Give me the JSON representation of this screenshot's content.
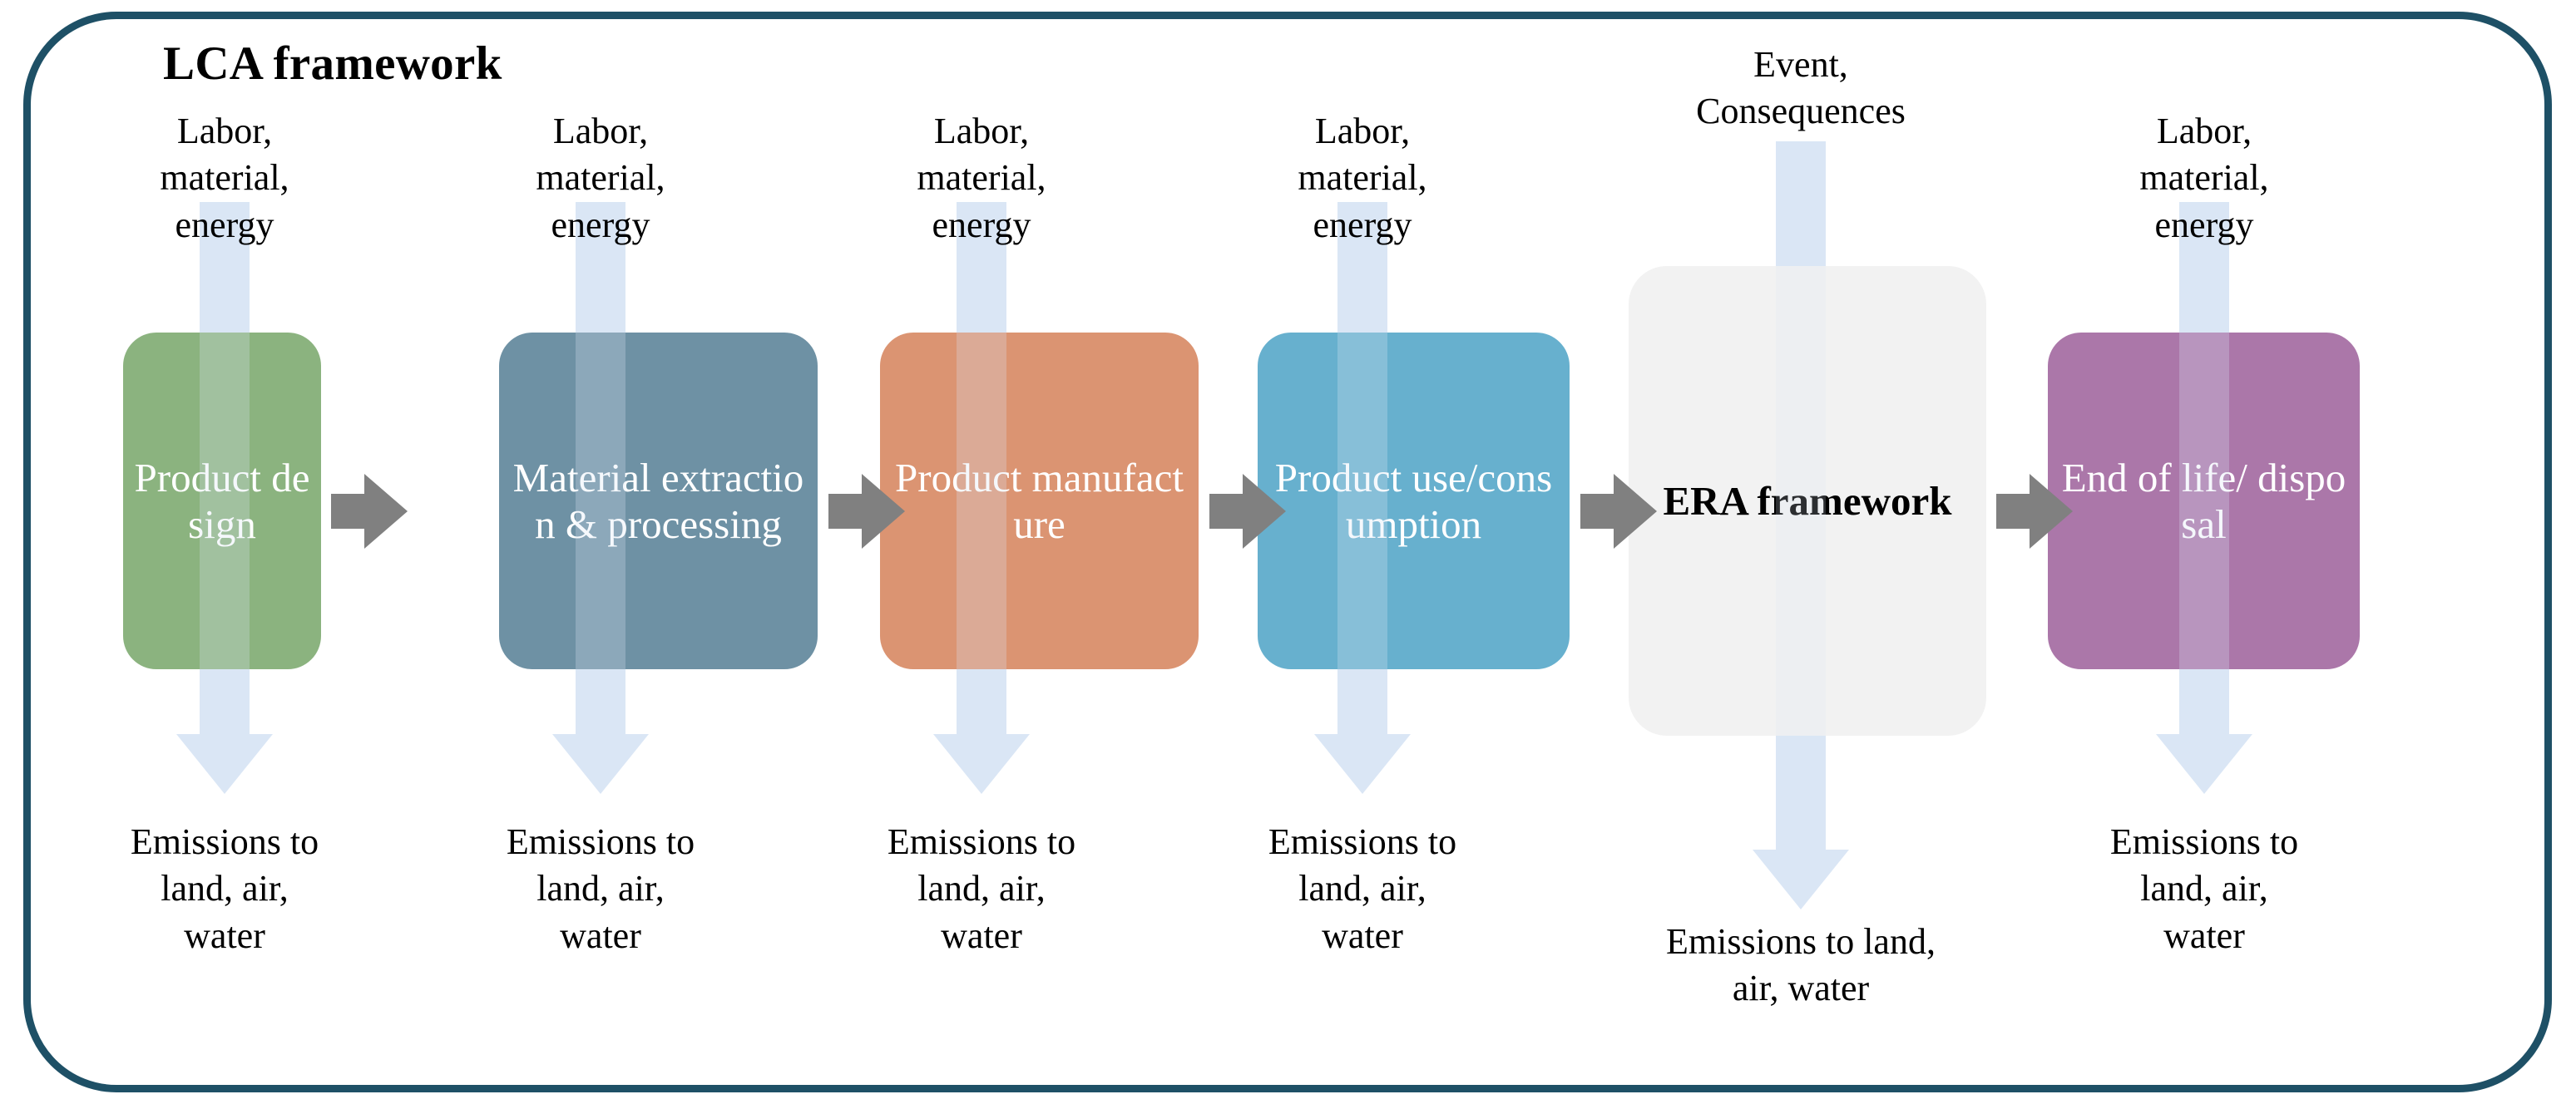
{
  "figure": {
    "title": "LCA framework",
    "frame_color": "#1E5066",
    "flow_arrow_color": "#DAE6F5",
    "connector_color": "#808080"
  },
  "stages": [
    {
      "id": "product-design",
      "label": "Product design",
      "color": "#8BB37F",
      "input": "Labor, material, energy",
      "output": "Emissions to land, air, water"
    },
    {
      "id": "material-extraction-processing",
      "label": "Material extraction & processing",
      "color": "#6E91A4",
      "input": "Labor, material, energy",
      "output": "Emissions to land, air, water"
    },
    {
      "id": "product-manufacture",
      "label": "Product manufacture",
      "color": "#DB9472",
      "input": "Labor, material, energy",
      "output": "Emissions to land, air, water"
    },
    {
      "id": "product-use-consumption",
      "label": "Product use/consumption",
      "color": "#67B0CE",
      "input": "Labor, material, energy",
      "output": "Emissions to land, air, water"
    },
    {
      "id": "era-framework",
      "label": "ERA framework",
      "color": "#F2F2F2",
      "input": "Event, Consequences",
      "output": "Emissions to land, air, water"
    },
    {
      "id": "end-of-life-disposal",
      "label": "End of life/ disposal",
      "color": "#AB77A9",
      "input": "Labor, material, energy",
      "output": "Emissions to land, air, water"
    }
  ]
}
